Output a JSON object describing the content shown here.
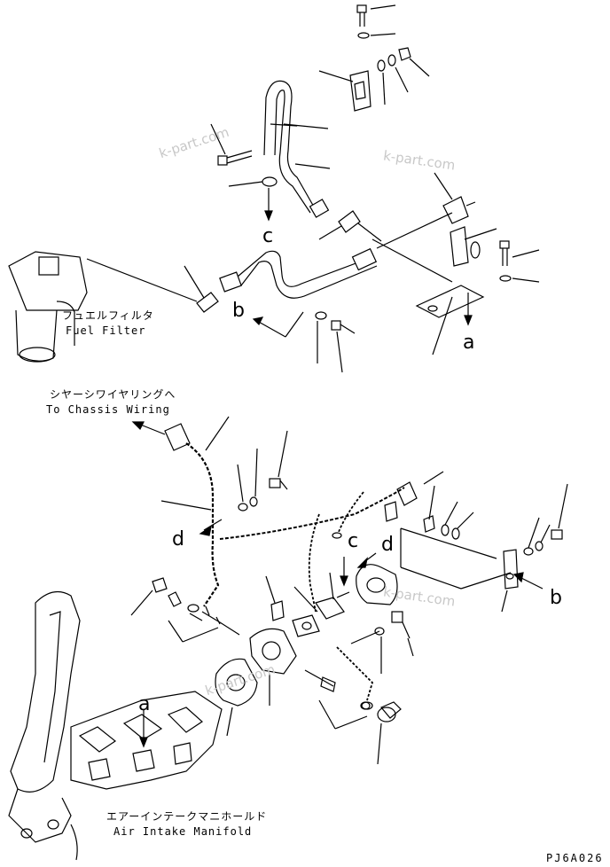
{
  "labels": {
    "fuel_filter_jp": "フュエルフィルタ",
    "fuel_filter_en": "Fuel Filter",
    "chassis_jp": "シヤーシワイヤリングへ",
    "chassis_en": "To Chassis Wiring",
    "manifold_jp": "エアーインテークマニホールド",
    "manifold_en": "Air Intake Manifold"
  },
  "refs": {
    "c_top": "c",
    "b_left": "b",
    "a_right": "a",
    "d_left": "d",
    "c_mid": "c",
    "d_mid": "d",
    "b_right": "b",
    "a_bottom": "a"
  },
  "watermark": "k-part.com",
  "code": "PJ6A026"
}
